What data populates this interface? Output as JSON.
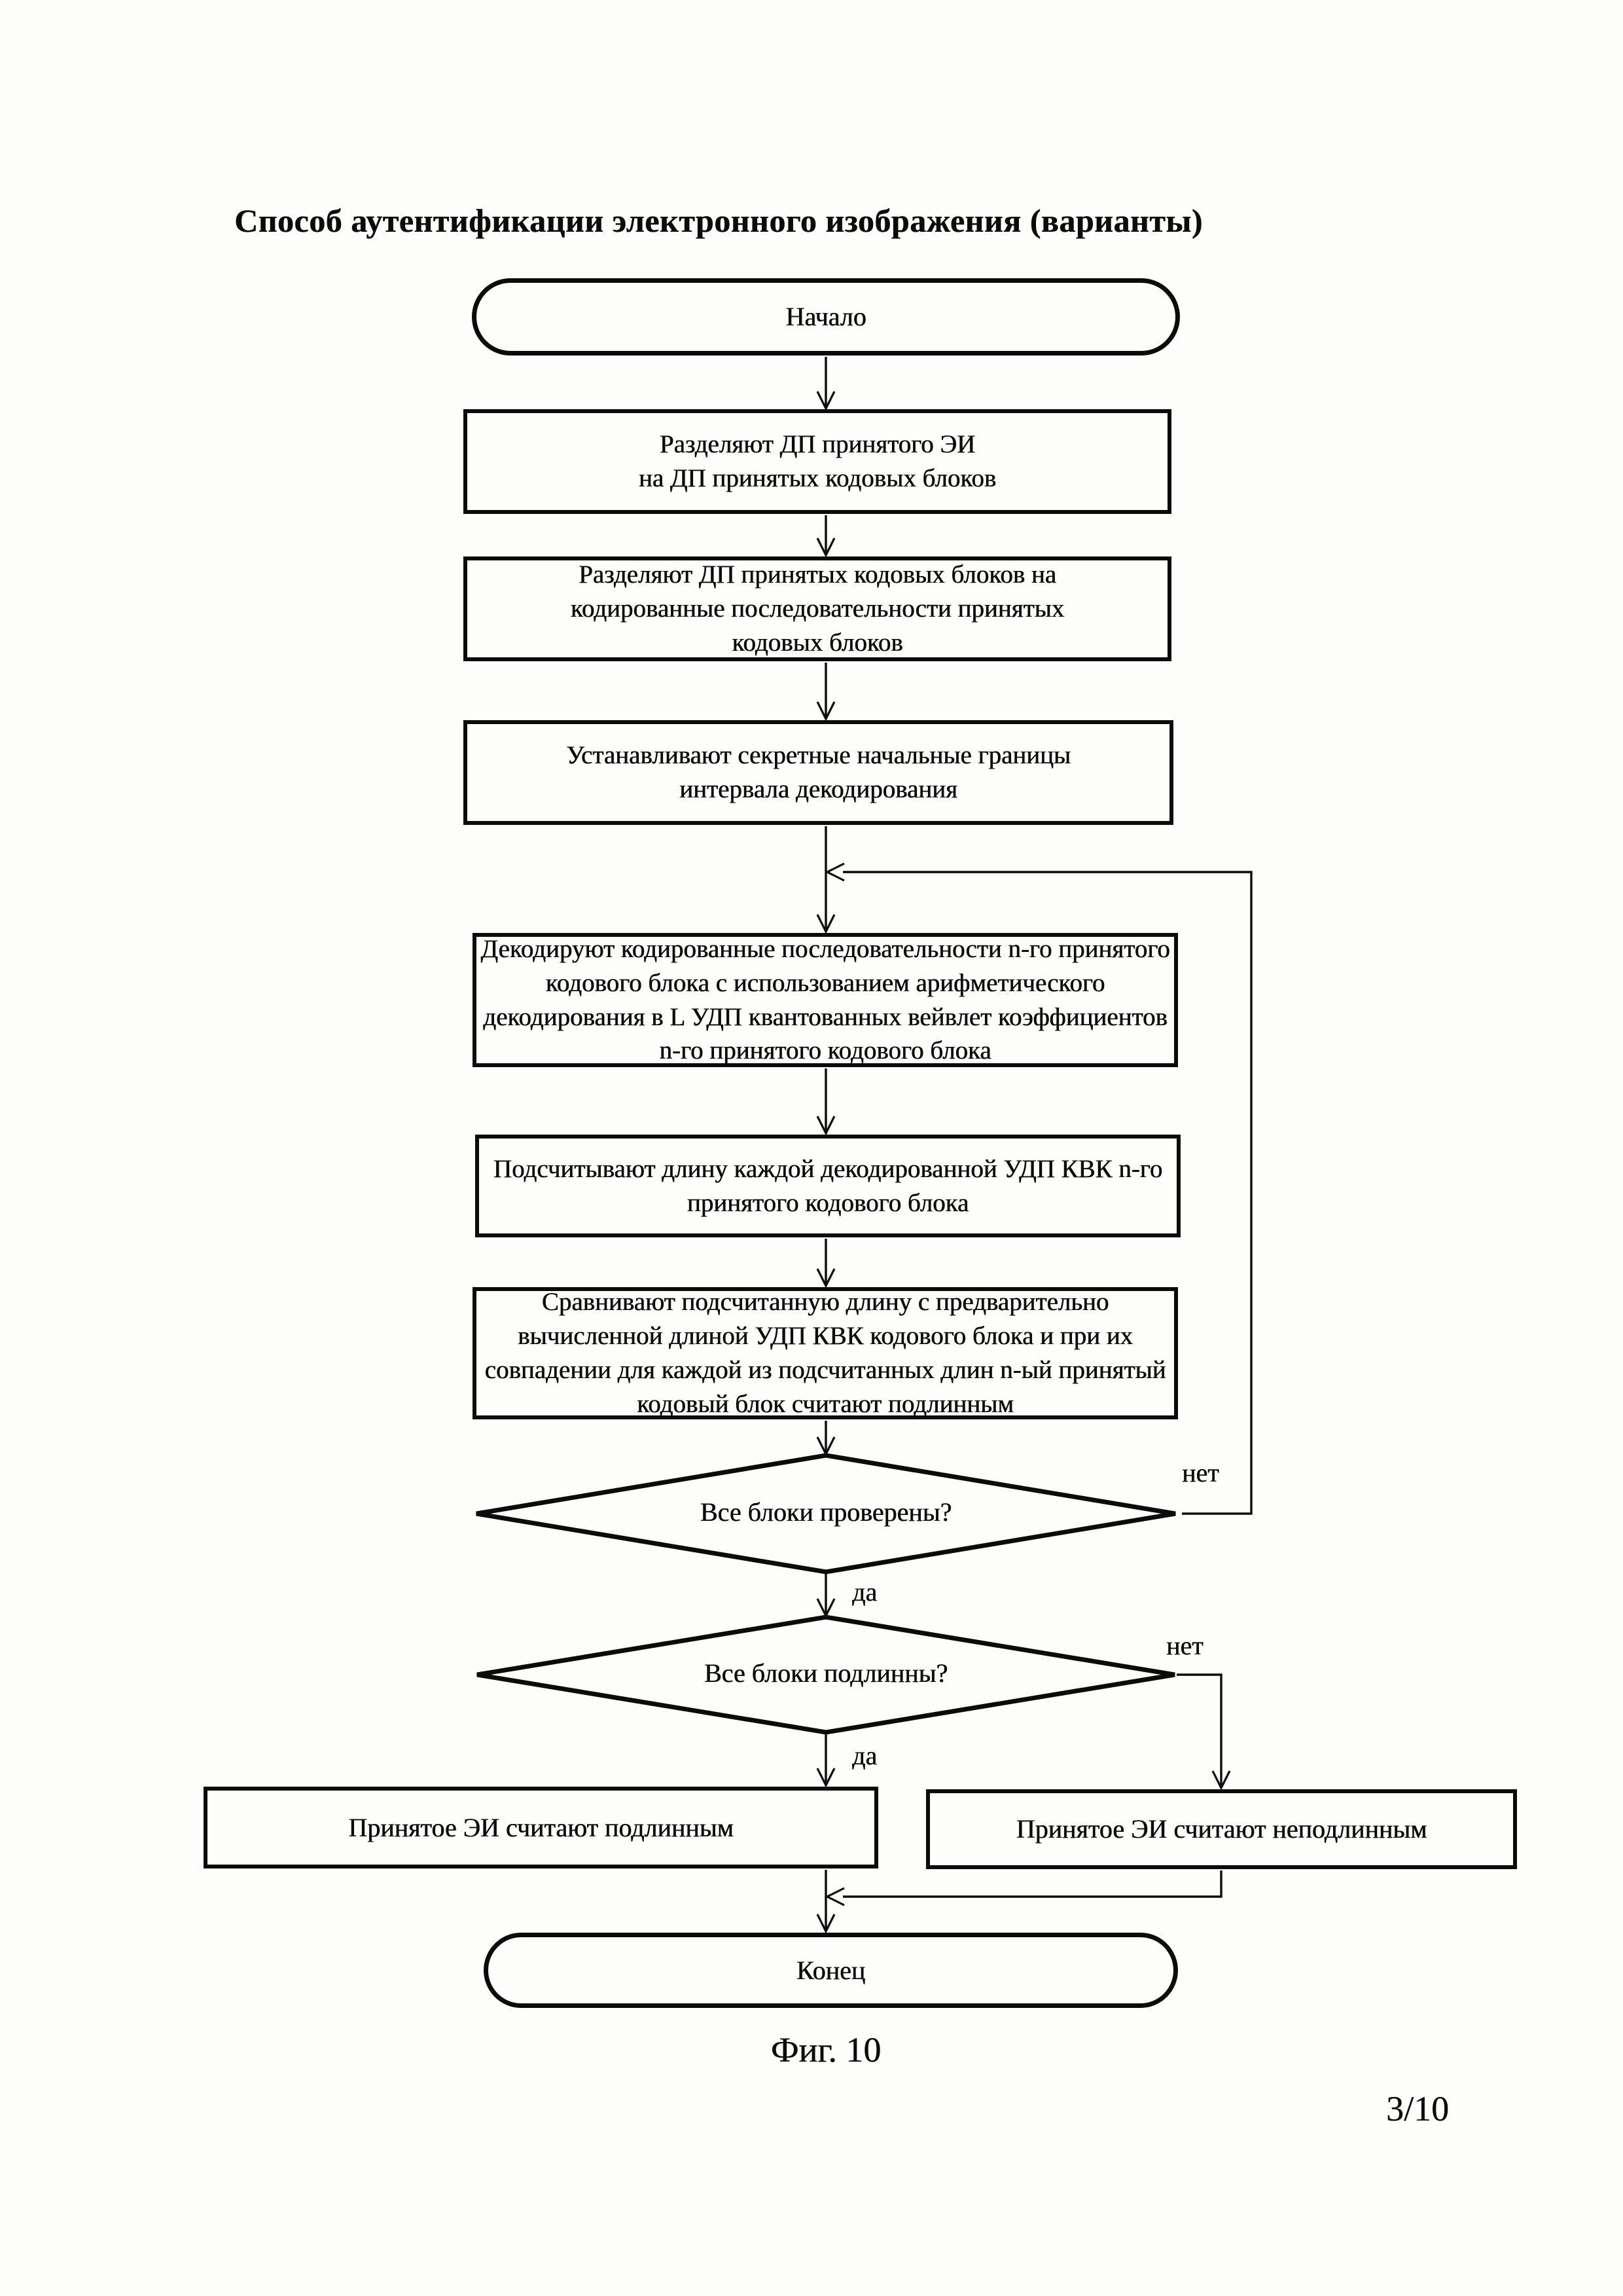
{
  "page": {
    "title": "Способ аутентификации электронного изображения (варианты)",
    "figure_caption": "Фиг. 10",
    "page_number": "3/10"
  },
  "flowchart": {
    "start_label": "Начало",
    "end_label": "Конец",
    "steps": [
      {
        "text": "Разделяют ДП принятого ЭИ\nна ДП принятых кодовых блоков"
      },
      {
        "text": "Разделяют ДП принятых кодовых блоков на\nкодированные последовательности принятых\nкодовых блоков"
      },
      {
        "text": "Устанавливают секретные начальные границы\nинтервала декодирования"
      },
      {
        "text": "Декодируют кодированные последовательности n-го принятого\nкодового блока с использованием арифметического\nдекодирования в L УДП квантованных вейвлет коэффициентов\nn-го принятого кодового блока"
      },
      {
        "text": "Подсчитывают длину каждой декодированной УДП КВК n-го\nпринятого кодового блока"
      },
      {
        "text": "Сравнивают подсчитанную длину с предварительно\nвычисленной длиной УДП КВК кодового блока и при их\nсовпадении для  каждой из  подсчитанных длин n-ый принятый\nкодовый блок считают подлинным"
      }
    ],
    "decisions": [
      {
        "text": "Все блоки проверены?",
        "yes": "да",
        "no": "нет"
      },
      {
        "text": "Все блоки подлинны?",
        "yes": "да",
        "no": "нет"
      }
    ],
    "results": [
      {
        "text": "Принятое ЭИ считают подлинным"
      },
      {
        "text": "Принятое ЭИ считают неподлинным"
      }
    ]
  }
}
